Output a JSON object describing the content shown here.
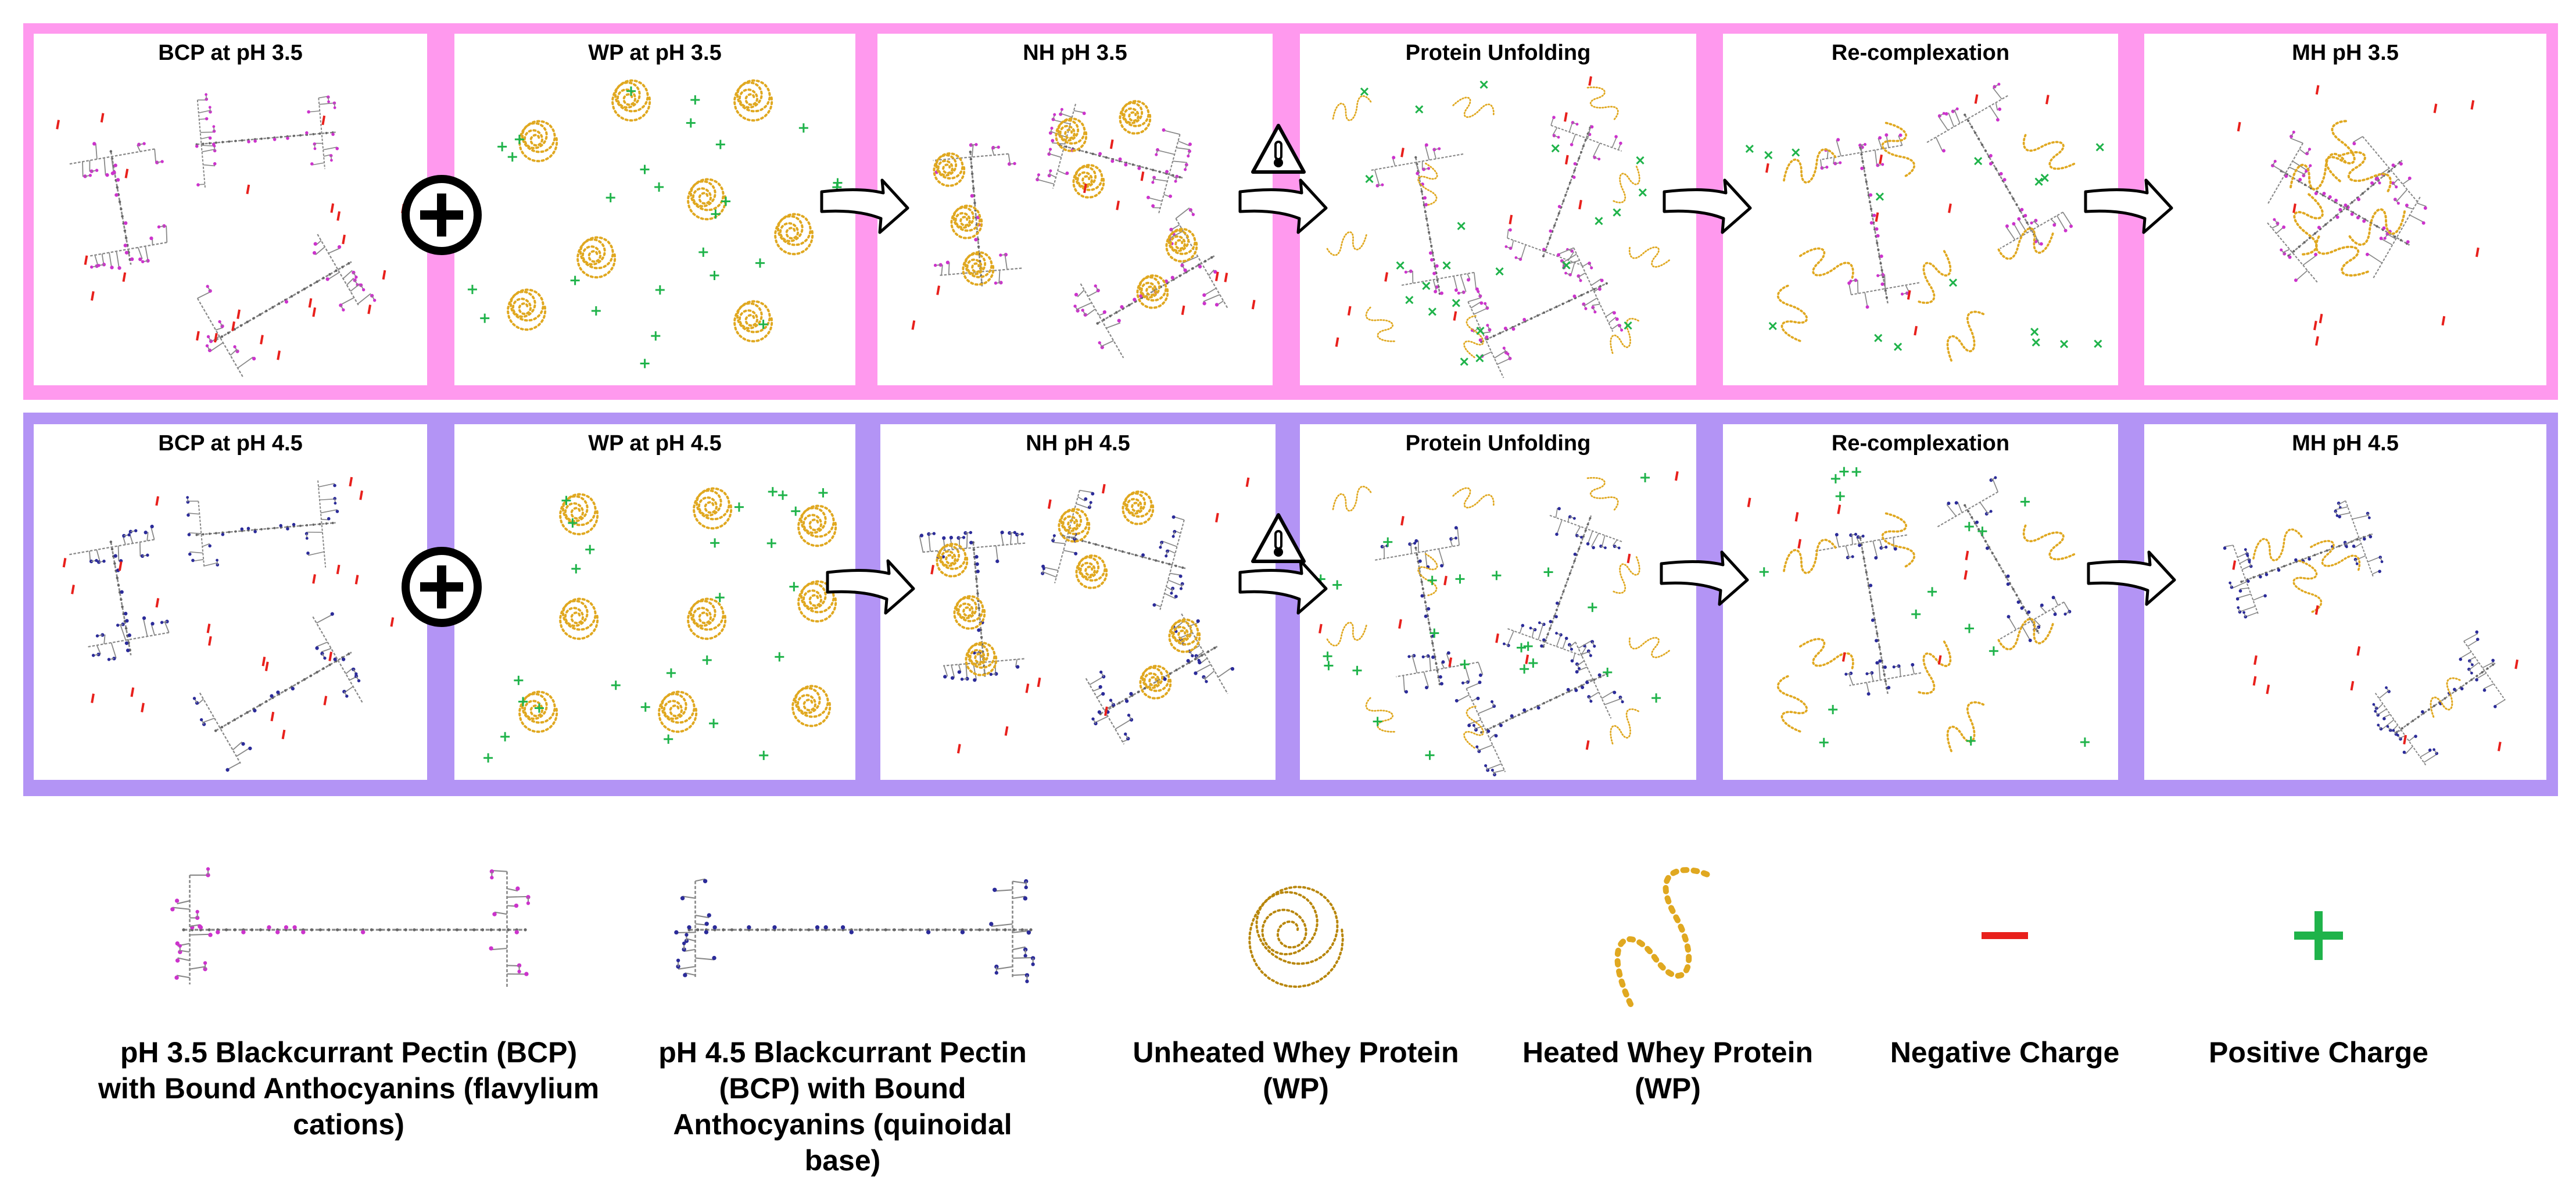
{
  "rows": [
    {
      "panels": [
        {
          "title": "BCP at pH 3.5"
        },
        {
          "title": "WP at pH 3.5"
        },
        {
          "title": "NH pH 3.5"
        },
        {
          "title": "Protein Unfolding"
        },
        {
          "title": "Re-complexation"
        },
        {
          "title": "MH pH 3.5"
        }
      ]
    },
    {
      "panels": [
        {
          "title": "BCP at pH 4.5"
        },
        {
          "title": "WP at pH 4.5"
        },
        {
          "title": "NH pH 4.5"
        },
        {
          "title": "Protein Unfolding"
        },
        {
          "title": "Re-complexation"
        },
        {
          "title": "MH pH 4.5"
        }
      ]
    }
  ],
  "legend": {
    "ph35_pectin": "pH 3.5 Blackcurrant Pectin (BCP) with Bound Anthocyanins (flavylium cations)",
    "ph45_pectin": "pH 4.5 Blackcurrant Pectin (BCP) with Bound Anthocyanins (quinoidal base)",
    "unheated_wp": "Unheated Whey Protein (WP)",
    "heated_wp": "Heated Whey Protein (WP)",
    "negative": "Negative Charge",
    "positive": "Positive Charge"
  },
  "colors": {
    "row1_frame": "#ff99ee",
    "row2_frame": "#b394f5",
    "pectin_35_node": "#cc33cc",
    "pectin_45_node": "#2b2b99",
    "protein": "#e0a820",
    "protein_legend": "#b8860b",
    "negative": "#e8201c",
    "positive": "#1fb34a"
  }
}
